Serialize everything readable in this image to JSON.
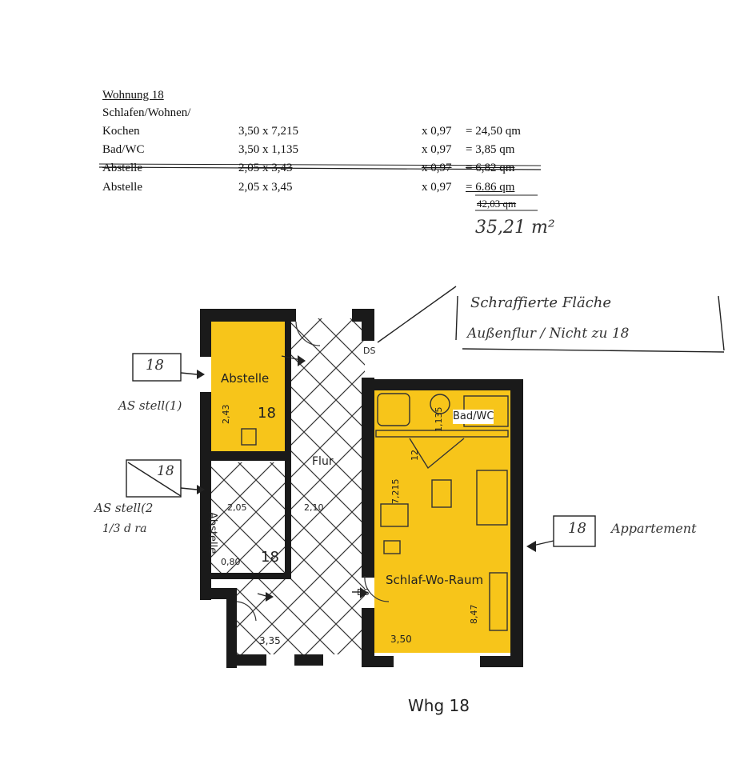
{
  "header": {
    "title": "Wohnung 18",
    "subtitle": "Schlafen/Wohnen/"
  },
  "rows": [
    {
      "name": "Kochen",
      "dims": "3,50 x 7,215",
      "factor": "x 0,97",
      "result": "= 24,50 qm",
      "struck": false
    },
    {
      "name": "Bad/WC",
      "dims": "3,50 x 1,135",
      "factor": "x 0,97",
      "result": "=  3,85 qm",
      "struck": false
    },
    {
      "name": "Abstelle",
      "dims": "2,05 x 3,43",
      "factor": "x 0,97",
      "result": "=  6,82 qm",
      "struck": true
    },
    {
      "name": "Abstelle",
      "dims": "2,05 x 3,45",
      "factor": "x 0,97",
      "result": "=  6.86 qm",
      "struck": false
    }
  ],
  "total_struck": "42,03 qm",
  "total_handwritten": "35,21 m²",
  "plan": {
    "rooms": {
      "abstelle_top": "Abstelle",
      "abstelle_top_num": "18",
      "abstelle_bottom": "Abstelle",
      "abstelle_bottom_num": "18",
      "flur": "Flur",
      "bad": "Bad/WC",
      "main": "Schlaf-Wo-Raum"
    },
    "dims": {
      "d_243": "2,43",
      "d_205": "2,05",
      "d_210": "2,10",
      "d_1135": "1,135",
      "d_7215": "7,215",
      "d_12": "12",
      "d_847": "8,47",
      "d_350": "3,50",
      "d_335": "3,35",
      "d_080": "0,80",
      "d_ds1": "DS",
      "d_ds2": "DS"
    },
    "caption": "Whg 18"
  },
  "annotations": {
    "note_line1": "Schraffierte Fläche",
    "note_line2": "Außenflur / Nicht zu 18",
    "box_18_a": "18",
    "label_a": "AS stell(1)",
    "box_18_b": "18",
    "label_b1": "AS stell(2",
    "label_b2": "1/3 d ra",
    "box_18_c": "18",
    "label_c": "Appartement"
  },
  "colors": {
    "room_fill": "#f7c51a",
    "wall": "#1a1a1a",
    "hatch": "#333333"
  }
}
